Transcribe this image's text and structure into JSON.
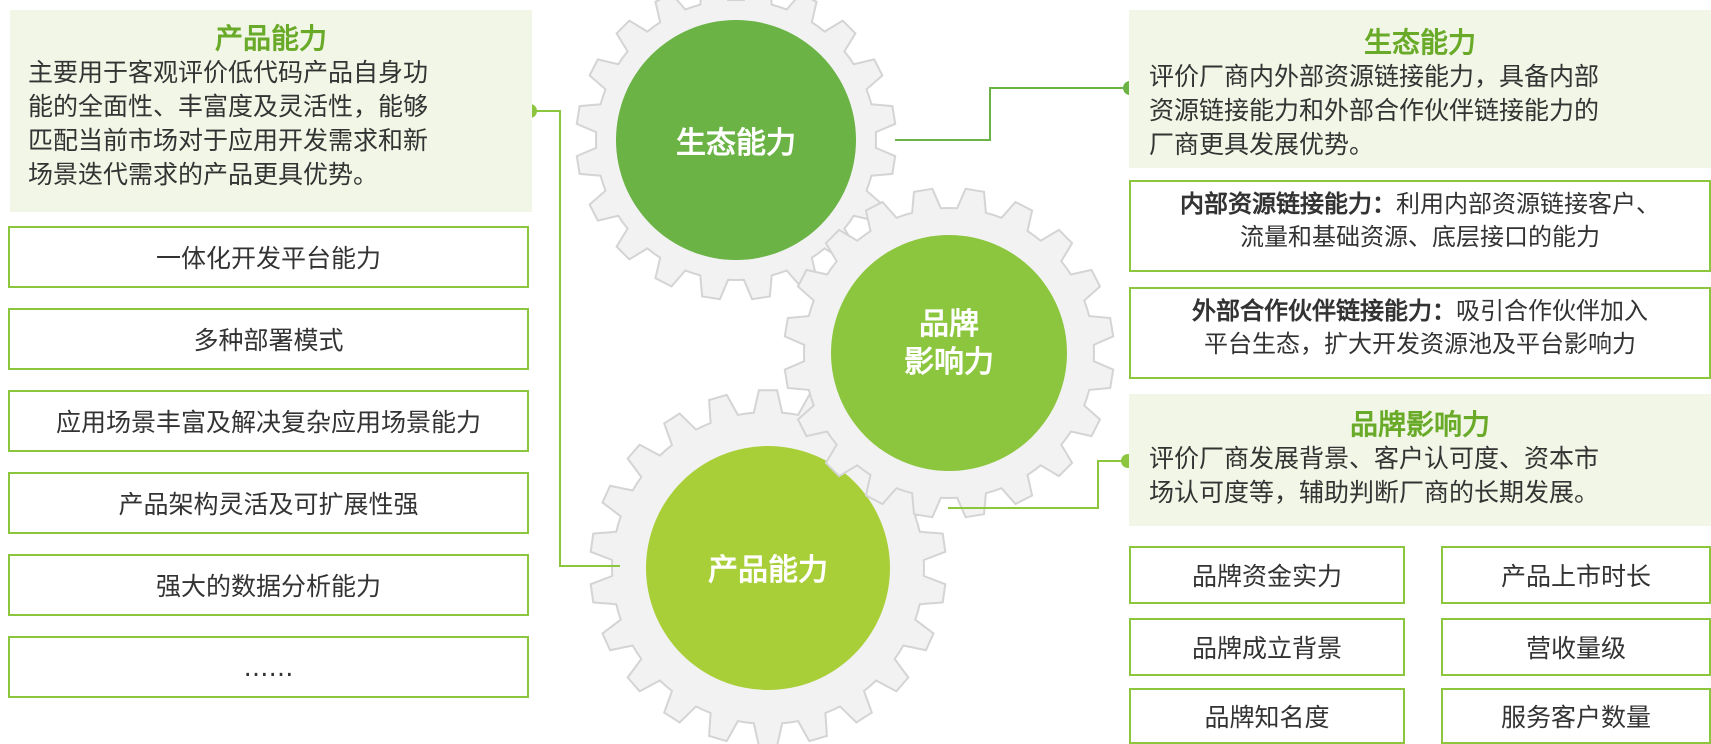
{
  "left": {
    "title": "产品能力",
    "description_lines": [
      "主要用于客观评价低代码产品自身功",
      "能的全面性、丰富度及灵活性，能够",
      "匹配当前市场对于应用开发需求和新",
      "场景迭代需求的产品更具优势。"
    ],
    "items": [
      "一体化开发平台能力",
      "多种部署模式",
      "应用场景丰富及解决复杂应用场景能力",
      "产品架构灵活及可扩展性强",
      "强大的数据分析能力",
      "……"
    ]
  },
  "gears": {
    "top": "生态能力",
    "middle_line1": "品牌",
    "middle_line2": "影响力",
    "bottom": "产品能力"
  },
  "ecosystem": {
    "title": "生态能力",
    "description_lines": [
      "评价厂商内外部资源链接能力，具备内部",
      "资源链接能力和外部合作伙伴链接能力的",
      "厂商更具发展优势。"
    ],
    "internal": {
      "label": "内部资源链接能力：",
      "text_line1": "利用内部资源链接客户、",
      "text_line2": "流量和基础资源、底层接口的能力"
    },
    "external": {
      "label": "外部合作伙伴链接能力：",
      "text_line1": "吸引合作伙伴加入",
      "text_line2": "平台生态，扩大开发资源池及平台影响力"
    }
  },
  "brand": {
    "title": "品牌影响力",
    "description_lines": [
      "评价厂商发展背景、客户认可度、资本市",
      "场认可度等，辅助判断厂商的长期发展。"
    ],
    "items": [
      "品牌资金实力",
      "产品上市时长",
      "品牌成立背景",
      "营收量级",
      "品牌知名度",
      "服务客户数量"
    ]
  },
  "colors": {
    "gear_top": "#6ab344",
    "gear_middle": "#8cc63f",
    "gear_bottom": "#a8cf38",
    "gear_outline": "#d4d4d4",
    "accent": "#6aaa29",
    "panel_bg": "#f1f6e6"
  }
}
